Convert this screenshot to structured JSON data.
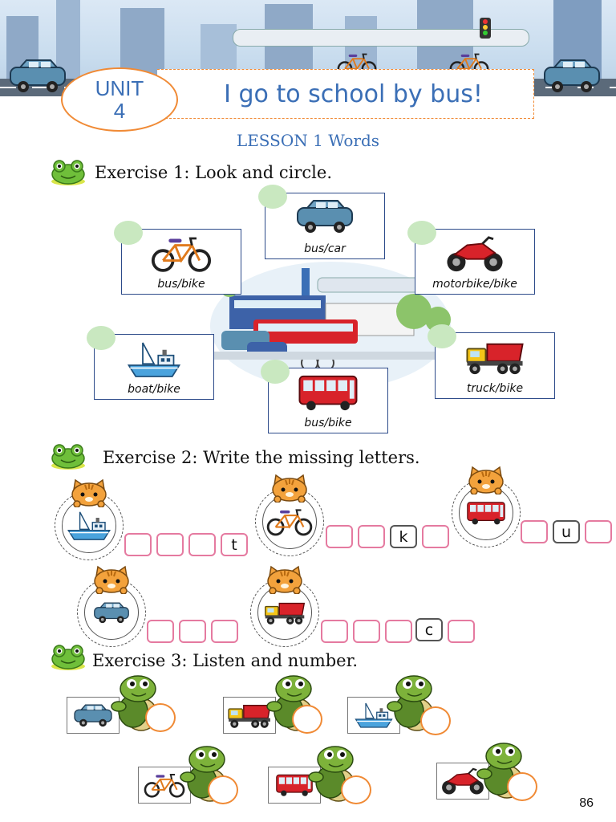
{
  "header": {
    "unit_word": "UNIT",
    "unit_number": "4",
    "title": "I go to school by bus!"
  },
  "lesson": "LESSON 1 Words",
  "exercise1": {
    "title": "Exercise 1: Look and circle.",
    "cards": [
      {
        "label": "bus/car",
        "icon": "car-icon"
      },
      {
        "label": "bus/bike",
        "icon": "bicycle-icon"
      },
      {
        "label": "motorbike/bike",
        "icon": "motorbike-icon"
      },
      {
        "label": "boat/bike",
        "icon": "boat-icon"
      },
      {
        "label": "truck/bike",
        "icon": "truck-icon"
      },
      {
        "label": "bus/bike",
        "icon": "bus-icon"
      }
    ]
  },
  "exercise2": {
    "title": "Exercise 2: Write the missing letters.",
    "words": [
      {
        "icon": "boat-icon",
        "letters": [
          "",
          "",
          "",
          "t"
        ]
      },
      {
        "icon": "bicycle-icon",
        "letters": [
          "",
          "",
          "k",
          ""
        ]
      },
      {
        "icon": "bus-icon",
        "letters": [
          "",
          "u",
          ""
        ]
      },
      {
        "icon": "car-icon",
        "letters": [
          "",
          "",
          ""
        ]
      },
      {
        "icon": "truck-icon",
        "letters": [
          "",
          "",
          "",
          "c",
          ""
        ]
      }
    ]
  },
  "exercise3": {
    "title": "Exercise 3: Listen and number.",
    "items": [
      {
        "icon": "car-icon"
      },
      {
        "icon": "truck-icon"
      },
      {
        "icon": "boat-icon"
      },
      {
        "icon": "bicycle-icon"
      },
      {
        "icon": "bus-icon"
      },
      {
        "icon": "motorbike-icon"
      }
    ]
  },
  "colors": {
    "accent_blue": "#3b6fb6",
    "accent_orange": "#f08a35",
    "letter_box_pink": "#e57aa0",
    "dot_green": "#c9e8c0"
  },
  "page_number": "86"
}
